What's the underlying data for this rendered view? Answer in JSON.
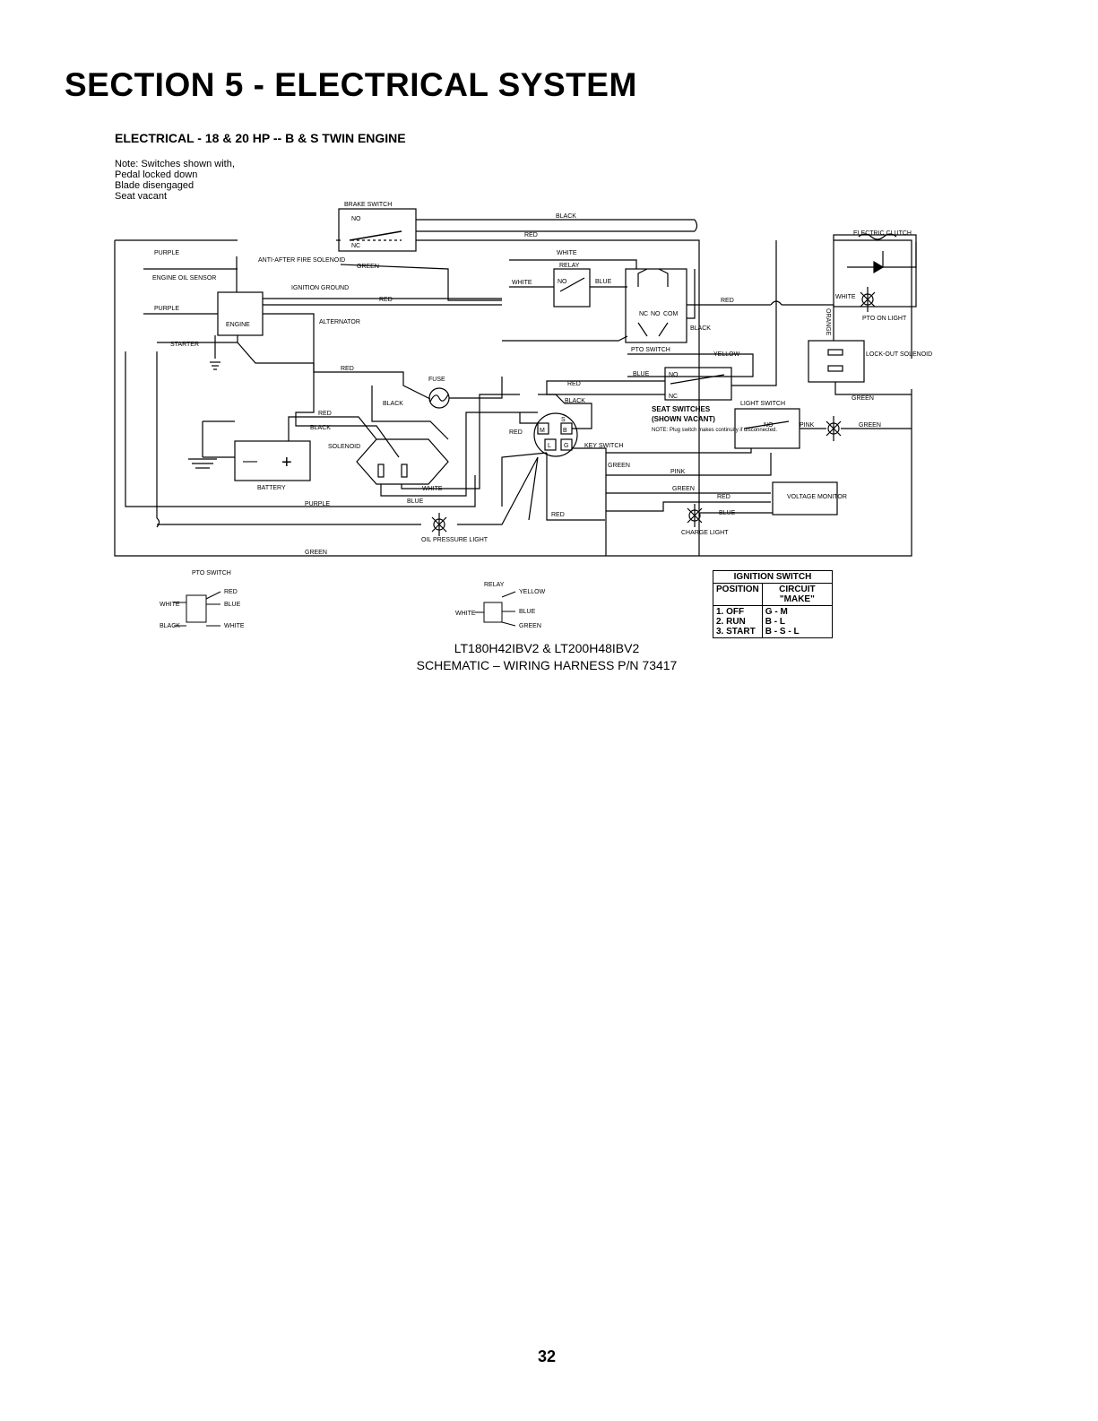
{
  "header": {
    "section_title": "SECTION 5 - ELECTRICAL SYSTEM",
    "subtitle": "ELECTRICAL - 18 & 20 HP -- B & S TWIN ENGINE"
  },
  "notes": [
    "Note: Switches shown with,",
    "Pedal locked down",
    "Blade disengaged",
    "Seat vacant"
  ],
  "components": {
    "brake_switch": "BRAKE SWITCH",
    "anti_after_fire": "ANTI-AFTER FIRE SOLENOID",
    "engine_oil_sensor": "ENGINE OIL SENSOR",
    "ignition_ground": "IGNITION GROUND",
    "engine": "ENGINE",
    "alternator": "ALTERNATOR",
    "starter": "STARTER",
    "fuse": "FUSE",
    "solenoid": "SOLENOID",
    "battery": "BATTERY",
    "oil_pressure_light": "OIL PRESSURE LIGHT",
    "relay": "RELAY",
    "pto_switch": "PTO SWITCH",
    "seat_switches": "SEAT SWITCHES",
    "seat_switches_state": "(SHOWN VACANT)",
    "seat_note": "NOTE: Plug switch makes continuity if disconnected.",
    "key_switch": "KEY SWITCH",
    "light_switch": "LIGHT SWITCH",
    "electric_clutch": "ELECTRIC CLUTCH",
    "pto_on_light": "PTO ON LIGHT",
    "lock_out_solenoid": "LOCK-OUT SOLENOID",
    "voltage_monitor": "VOLTAGE MONITOR",
    "charge_light": "CHARGE LIGHT"
  },
  "wire_colors": {
    "black": "BLACK",
    "red": "RED",
    "white": "WHITE",
    "purple": "PURPLE",
    "green": "GREEN",
    "blue": "BLUE",
    "yellow": "YELLOW",
    "pink": "PINK",
    "orange": "ORANGE"
  },
  "contacts": {
    "no": "NO",
    "nc": "NC",
    "com": "COM",
    "plus": "+",
    "minus": "—",
    "key_b": "B",
    "key_s": "S",
    "key_l": "L",
    "key_g": "G",
    "key_m": "M"
  },
  "legend": {
    "pto_switch": "PTO SWITCH",
    "relay": "RELAY"
  },
  "caption": {
    "models": "LT180H42IBV2 & LT200H48IBV2",
    "schematic": "SCHEMATIC – WIRING HARNESS P/N 73417"
  },
  "ignition_table": {
    "title": "IGNITION SWITCH",
    "col_position": "POSITION",
    "col_circuit": "CIRCUIT \"MAKE\"",
    "rows": [
      {
        "position": "1. OFF",
        "circuit": "G - M"
      },
      {
        "position": "2. RUN",
        "circuit": "B - L"
      },
      {
        "position": "3. START",
        "circuit": "B - S - L"
      }
    ]
  },
  "page_number": "32"
}
